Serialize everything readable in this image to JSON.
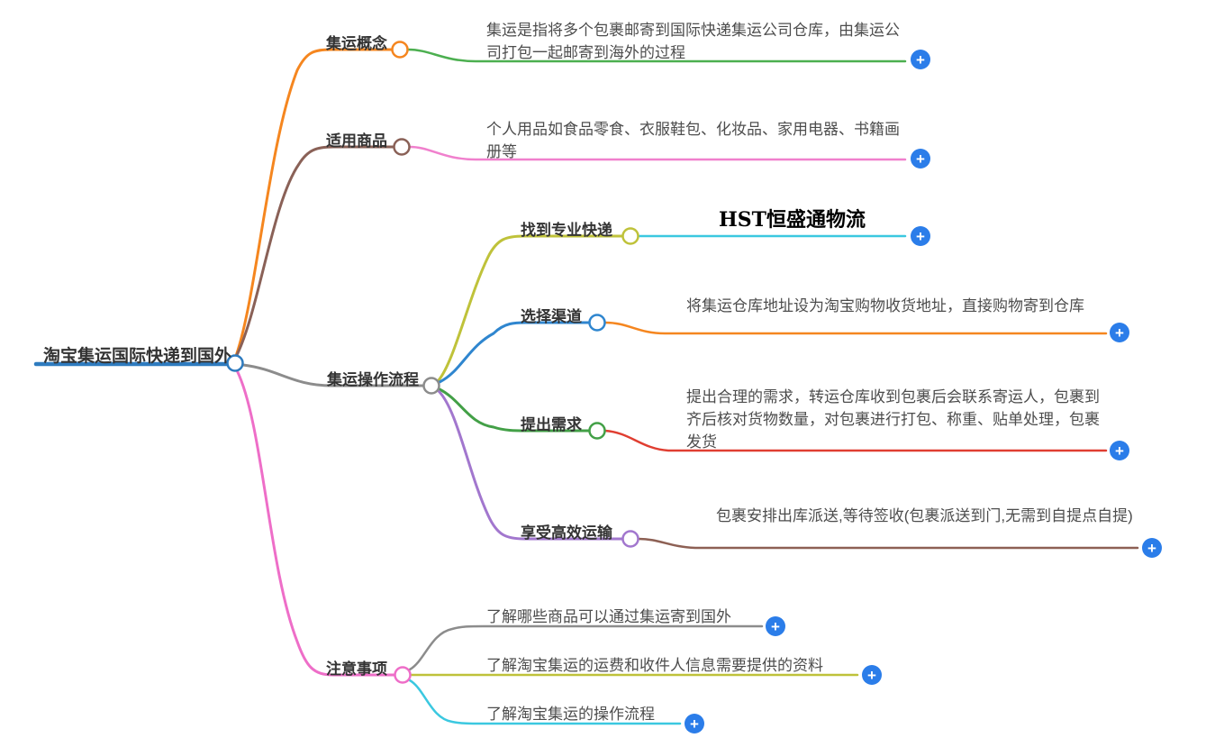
{
  "root": {
    "label": "淘宝集运国际快递到国外"
  },
  "icons": {
    "add": "+"
  },
  "colors": {
    "rootBlue": "#2e7bbf",
    "orange": "#f5861f",
    "brown": "#8a6157",
    "darkBrown": "#8d6054",
    "gray": "#8c8c8c",
    "pink": "#ee6ec8",
    "lightPink": "#f080cd",
    "olive": "#bfc23a",
    "blue": "#2f86cf",
    "green": "#43a047",
    "childGreen": "#4caf50",
    "purple": "#a277ce",
    "cyan": "#3bc8e0",
    "red": "#e03e31",
    "plusBlue": "#2b7de9"
  },
  "branches": [
    {
      "label": "集运概念",
      "children": [
        {
          "text": "集运是指将多个包裹邮寄到国际快递集运公司仓库，由集运公司打包一起邮寄到海外的过程"
        }
      ]
    },
    {
      "label": "适用商品",
      "children": [
        {
          "text": "个人用品如食品零食、衣服鞋包、化妆品、家用电器、书籍画册等"
        }
      ]
    },
    {
      "label": "集运操作流程",
      "children": [
        {
          "label": "找到专业快递",
          "children": [
            {
              "text": "HST恒盛通物流"
            }
          ]
        },
        {
          "label": "选择渠道",
          "children": [
            {
              "text": "将集运仓库地址设为淘宝购物收货地址，直接购物寄到仓库"
            }
          ]
        },
        {
          "label": "提出需求",
          "children": [
            {
              "text": "提出合理的需求，转运仓库收到包裹后会联系寄运人，包裹到齐后核对货物数量，对包裹进行打包、称重、贴单处理，包裹发货"
            }
          ]
        },
        {
          "label": "享受高效运输",
          "children": [
            {
              "text": "包裹安排出库派送,等待签收(包裹派送到门,无需到自提点自提)"
            }
          ]
        }
      ]
    },
    {
      "label": "注意事项",
      "children": [
        {
          "text": "了解哪些商品可以通过集运寄到国外"
        },
        {
          "text": "了解淘宝集运的运费和收件人信息需要提供的资料"
        },
        {
          "text": "了解淘宝集运的操作流程"
        }
      ]
    }
  ]
}
